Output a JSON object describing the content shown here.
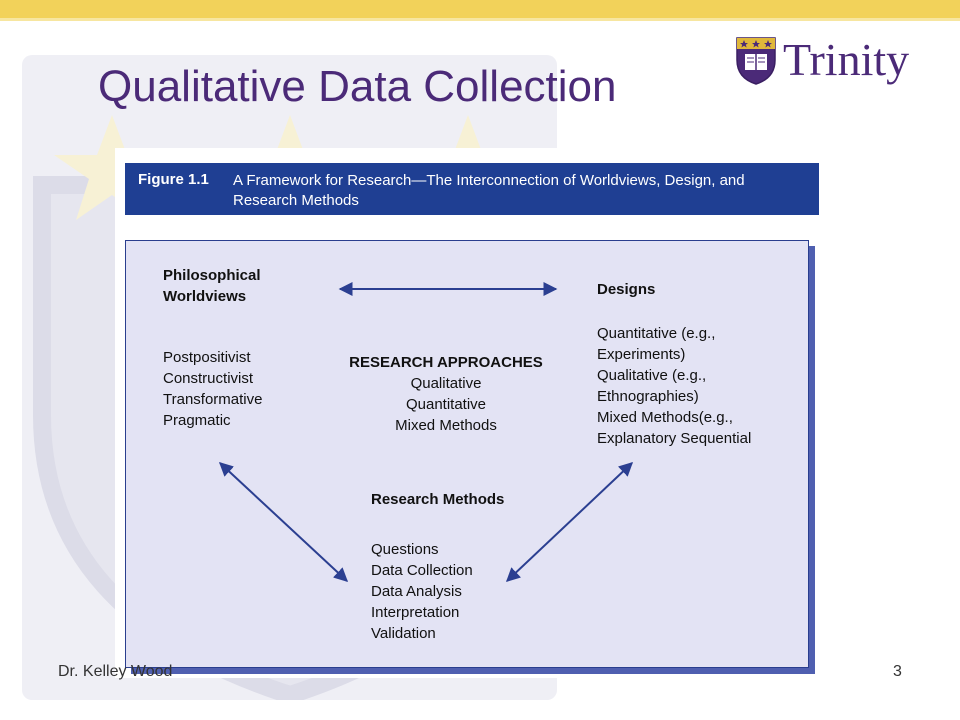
{
  "slide": {
    "title": "Qualitative Data Collection",
    "footer_author": "Dr. Kelley Wood",
    "page_number": "3"
  },
  "logo": {
    "text": "Trinity"
  },
  "figure": {
    "number": "Figure 1.1",
    "caption": "A Framework for Research—The Interconnection of Worldviews, Design, and Research Methods",
    "worldviews": {
      "heading_line1": "Philosophical",
      "heading_line2": "Worldviews",
      "items": [
        "Postpositivist",
        "Constructivist",
        "Transformative",
        "Pragmatic"
      ]
    },
    "designs": {
      "heading": "Designs",
      "lines": [
        "Quantitative (e.g.,",
        "Experiments)",
        "Qualitative (e.g.,",
        "Ethnographies)",
        "Mixed Methods(e.g.,",
        "Explanatory Sequential"
      ]
    },
    "approaches": {
      "heading": "RESEARCH APPROACHES",
      "items": [
        "Qualitative",
        "Quantitative",
        "Mixed Methods"
      ]
    },
    "methods": {
      "heading": "Research Methods",
      "items": [
        "Questions",
        "Data Collection",
        "Data Analysis",
        "Interpretation",
        "Validation"
      ]
    }
  },
  "colors": {
    "title": "#4b2a78",
    "header_bar": "#1f3f93",
    "panel": "#e3e3f4",
    "arrow": "#2b3f91",
    "top_bar": "#f2d25a"
  }
}
